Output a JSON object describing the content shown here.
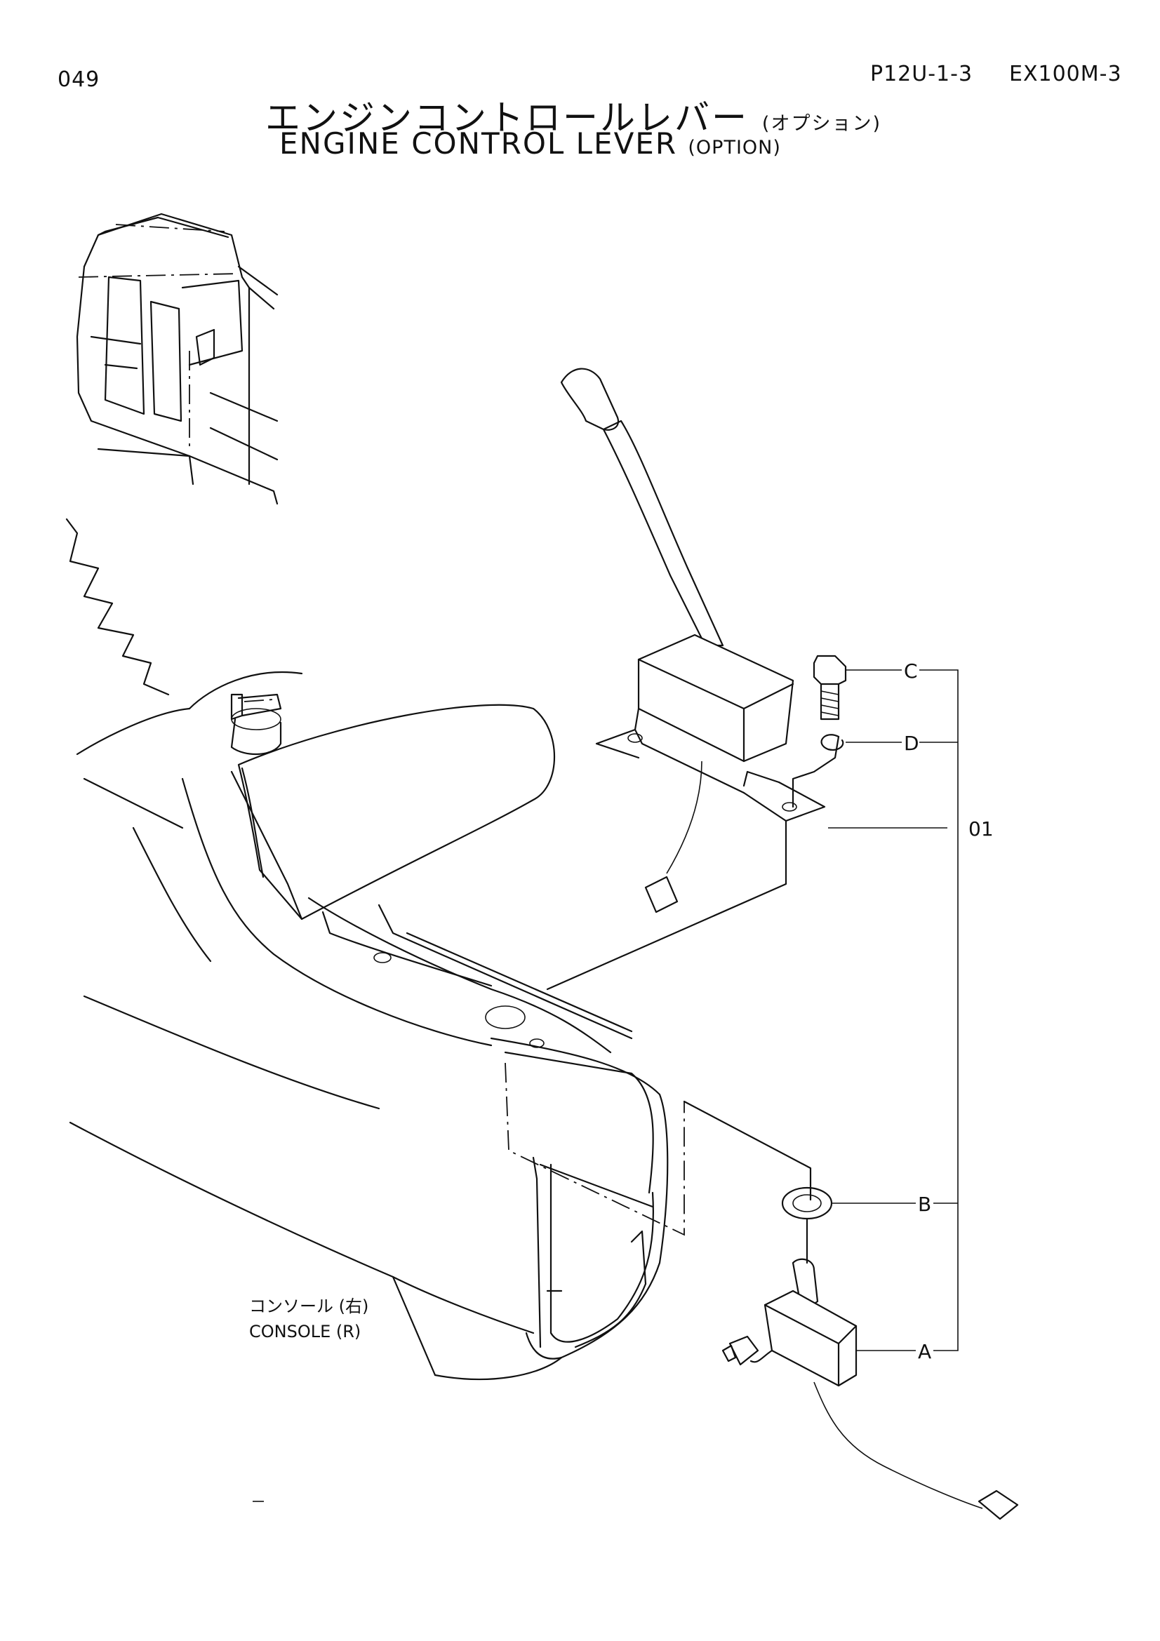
{
  "header": {
    "page_number": "049",
    "reference_code": "P12U-1-3",
    "model": "EX100M-3",
    "title_jp": "エンジンコントロールレバー",
    "title_jp_option": "(オプション)",
    "title_en": "ENGINE CONTROL LEVER",
    "title_en_option": "(OPTION)"
  },
  "labels": {
    "console_jp": "コンソール (右)",
    "console_en": "CONSOLE (R)"
  },
  "callouts": {
    "assembly": "01",
    "a": "A",
    "b": "B",
    "c": "C",
    "d": "D"
  }
}
